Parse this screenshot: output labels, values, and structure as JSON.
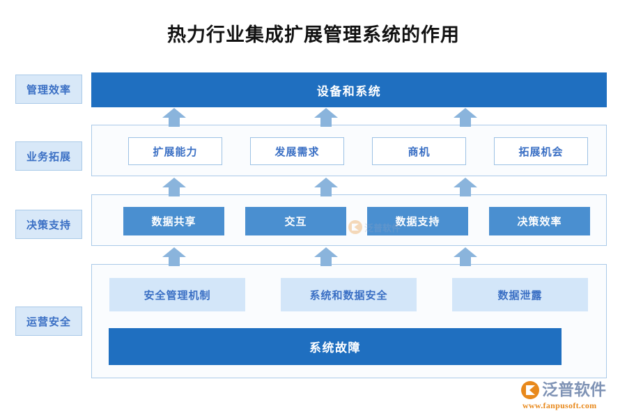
{
  "title": "热力行业集成扩展管理系统的作用",
  "colors": {
    "dark_blue": "#1f6fc0",
    "medium_blue": "#4a8fd0",
    "light_blue_fill": "#d3e6f9",
    "panel_bg": "#fafcfe",
    "panel_border": "#a9c9e8",
    "arrow": "#8ab4dc",
    "text_blue": "#3a6fc4",
    "accent_orange": "#e8891c"
  },
  "side_labels": [
    {
      "label": "管理效率"
    },
    {
      "label": "业务拓展"
    },
    {
      "label": "决策支持"
    },
    {
      "label": "运营安全"
    }
  ],
  "top_bar": {
    "label": "设备和系统"
  },
  "rows": {
    "business": {
      "boxes": [
        {
          "label": "扩展能力"
        },
        {
          "label": "发展需求"
        },
        {
          "label": "商机"
        },
        {
          "label": "拓展机会"
        }
      ]
    },
    "decision": {
      "boxes": [
        {
          "label": "数据共享"
        },
        {
          "label": "交互"
        },
        {
          "label": "数据支持"
        },
        {
          "label": "决策效率"
        }
      ]
    },
    "security": {
      "boxes": [
        {
          "label": "安全管理机制"
        },
        {
          "label": "系统和数据安全"
        },
        {
          "label": "数据泄露"
        }
      ],
      "footer": {
        "label": "系统故障"
      }
    }
  },
  "watermark": {
    "text": "泛普软件"
  },
  "logo": {
    "name": "泛普软件",
    "url": "www.fanpusoft.com"
  }
}
